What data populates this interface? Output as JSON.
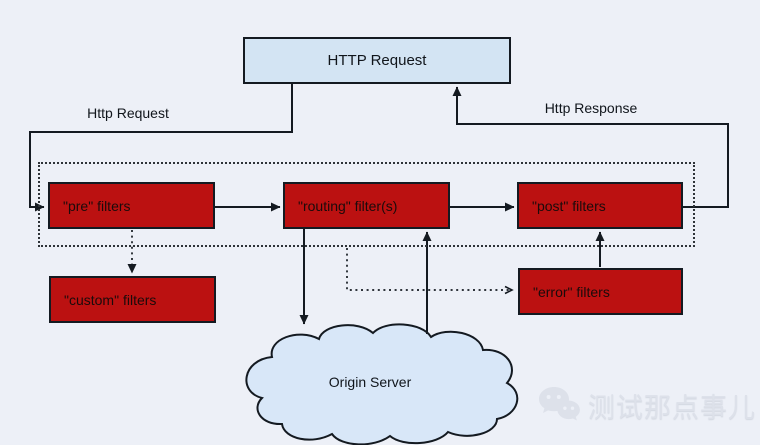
{
  "diagram": {
    "http_request_box": "HTTP Request",
    "request_label": "Http Request",
    "response_label": "Http Response",
    "pre_filters": "\"pre\" filters",
    "routing_filters": "\"routing\" filter(s)",
    "post_filters": "\"post\" filters",
    "custom_filters": "\"custom\" filters",
    "error_filters": "\"error\" filters",
    "origin_server": "Origin Server"
  },
  "watermark": {
    "text": "测试那点事儿",
    "logo": "wechat-logo-icon"
  },
  "colors": {
    "background": "#edf0f7",
    "filter_red": "#bb1111",
    "http_blue": "#d3e4f3",
    "cloud_blue": "#d8e7f8",
    "line_dark": "#141a21",
    "watermark_gray": "#dde1ea"
  }
}
